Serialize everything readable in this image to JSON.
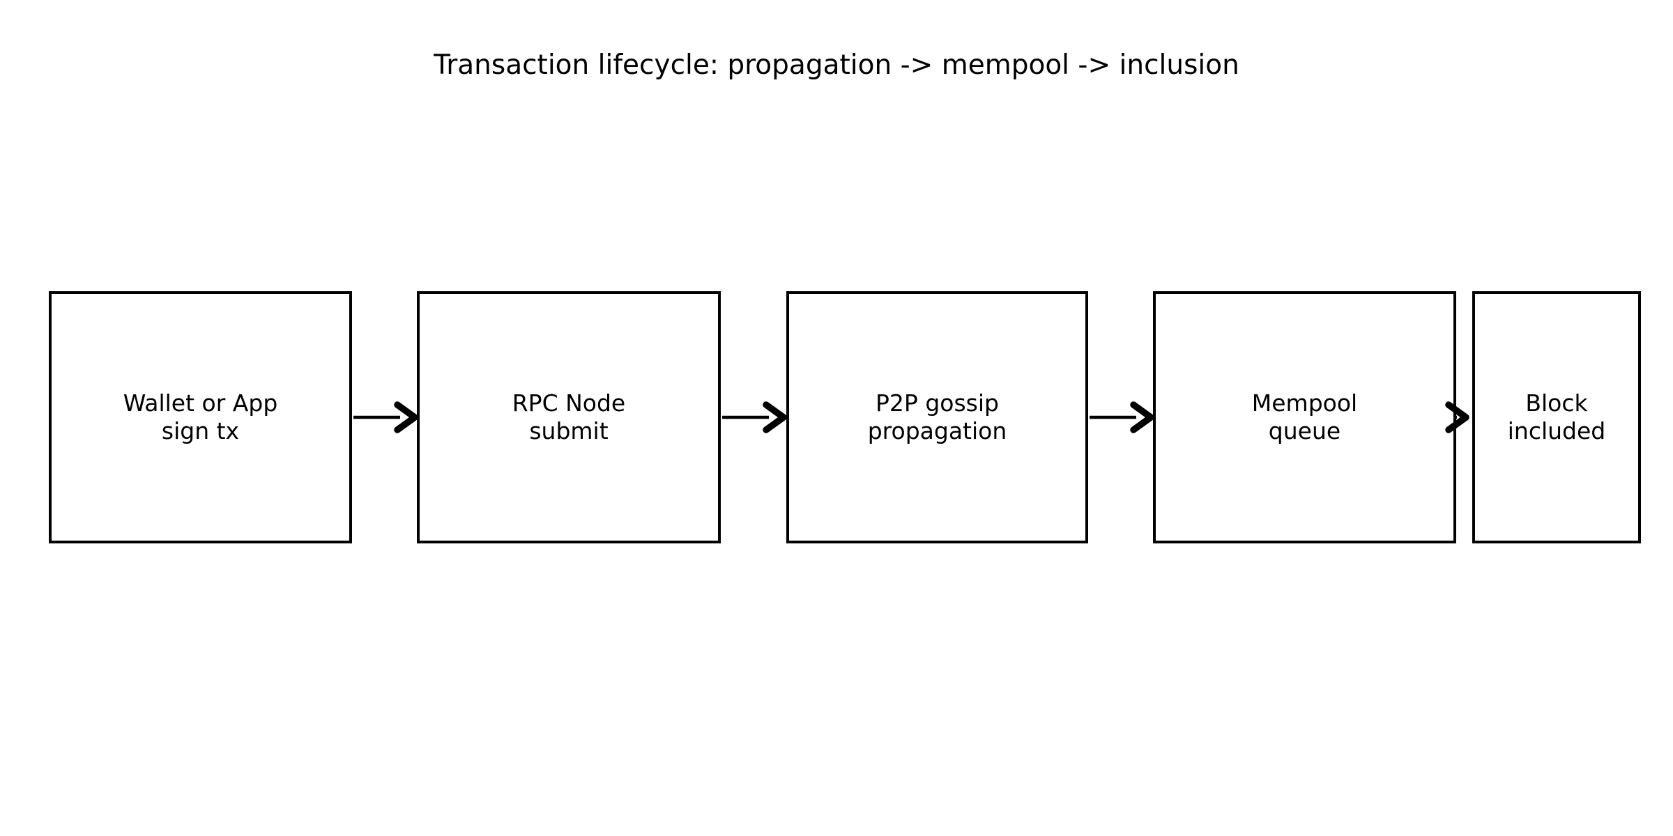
{
  "diagram": {
    "title": "Transaction lifecycle: propagation -> mempool -> inclusion",
    "type": "flowchart",
    "direction": "left-to-right",
    "colors": {
      "background": "#ffffff",
      "line": "#000000",
      "text": "#000000",
      "node_fill": "#ffffff"
    },
    "nodes": [
      {
        "id": "wallet-sign",
        "label": "Wallet or App\nsign tx"
      },
      {
        "id": "rpc-submit",
        "label": "RPC Node\nsubmit"
      },
      {
        "id": "p2p-gossip",
        "label": "P2P gossip\npropagation"
      },
      {
        "id": "mempool-queue",
        "label": "Mempool\nqueue"
      },
      {
        "id": "block-included",
        "label": "Block\nincluded"
      }
    ],
    "edges": [
      {
        "from": "wallet-sign",
        "to": "rpc-submit",
        "style": "arrow-right"
      },
      {
        "from": "rpc-submit",
        "to": "p2p-gossip",
        "style": "arrow-right"
      },
      {
        "from": "p2p-gossip",
        "to": "mempool-queue",
        "style": "arrow-right"
      },
      {
        "from": "mempool-queue",
        "to": "block-included",
        "style": "arrow-right"
      }
    ]
  }
}
